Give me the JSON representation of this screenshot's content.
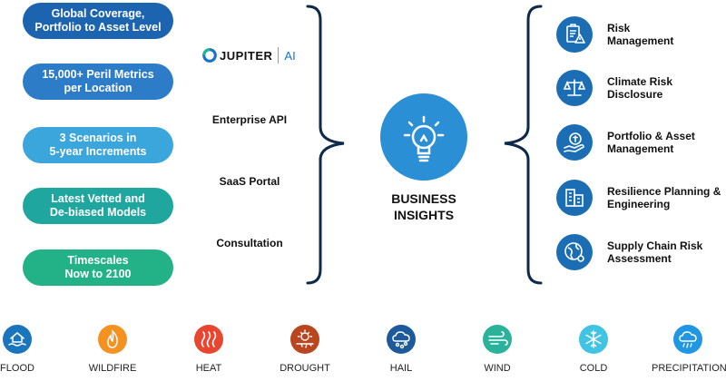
{
  "features": [
    {
      "lines": [
        "Global Coverage,",
        "Portfolio to Asset Level"
      ],
      "color": "#1d64b0"
    },
    {
      "lines": [
        "15,000+ Peril Metrics",
        "per Location"
      ],
      "color": "#2d7cc8"
    },
    {
      "lines": [
        "3 Scenarios in",
        "5-year Increments"
      ],
      "color": "#3aa6dc"
    },
    {
      "lines": [
        "Latest Vetted and",
        "De-biased Models"
      ],
      "color": "#1fa69e"
    },
    {
      "lines": [
        "Timescales",
        "Now to 2100"
      ],
      "color": "#23b288"
    }
  ],
  "logo": {
    "word": "JUPITER",
    "ai": "AI"
  },
  "channels": [
    "Enterprise API",
    "SaaS Portal",
    "Consultation"
  ],
  "center": {
    "lines": [
      "BUSINESS",
      "INSIGHTS"
    ],
    "icon": "lightbulb-icon",
    "color": "#2b8fd6"
  },
  "use_cases": [
    {
      "lines": [
        "Risk",
        "Management"
      ],
      "icon": "clipboard-warning-icon"
    },
    {
      "lines": [
        "Climate Risk",
        "Disclosure"
      ],
      "icon": "scales-icon"
    },
    {
      "lines": [
        "Portfolio & Asset",
        "Management"
      ],
      "icon": "money-hand-icon"
    },
    {
      "lines": [
        "Resilience Planning &",
        "Engineering"
      ],
      "icon": "buildings-icon"
    },
    {
      "lines": [
        "Supply Chain Risk",
        "Assessment"
      ],
      "icon": "globe-network-icon"
    }
  ],
  "perils": [
    {
      "label": "FLOOD",
      "icon": "flood-icon",
      "color": "#1a75bc"
    },
    {
      "label": "WILDFIRE",
      "icon": "fire-icon",
      "color": "#f39221"
    },
    {
      "label": "HEAT",
      "icon": "heat-icon",
      "color": "#e9462f"
    },
    {
      "label": "DROUGHT",
      "icon": "drought-icon",
      "color": "#b9461e"
    },
    {
      "label": "HAIL",
      "icon": "hail-icon",
      "color": "#1d5a9c"
    },
    {
      "label": "WIND",
      "icon": "wind-icon",
      "color": "#2ab39a"
    },
    {
      "label": "COLD",
      "icon": "snowflake-icon",
      "color": "#41c3e3"
    },
    {
      "label": "PRECIPITATION",
      "icon": "rain-icon",
      "color": "#2196e3"
    }
  ]
}
